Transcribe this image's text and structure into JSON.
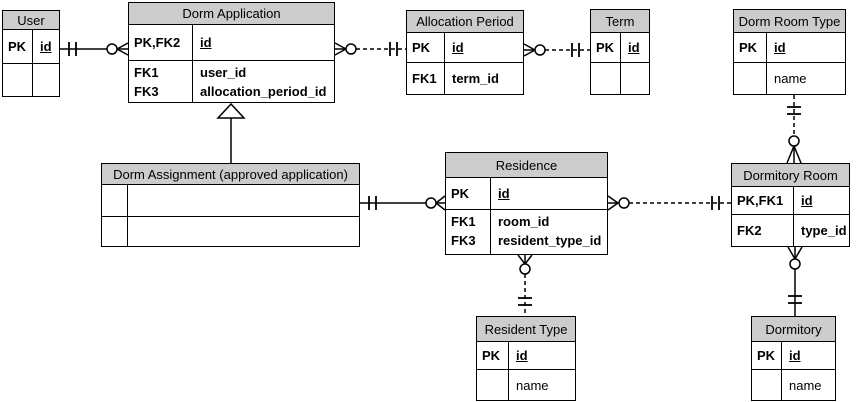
{
  "colors": {
    "header_bg": "#cccccc",
    "border": "#000000",
    "background": "#ffffff",
    "line": "#000000"
  },
  "entities": {
    "user": {
      "title": "User",
      "rows": [
        {
          "key": "PK",
          "value": "id"
        },
        {
          "key": "",
          "value": ""
        }
      ]
    },
    "dorm_application": {
      "title": "Dorm Application",
      "rows": [
        {
          "key": "PK,FK2",
          "value": "id"
        }
      ],
      "attr_rows": [
        {
          "key": "FK1",
          "value": "user_id"
        },
        {
          "key": "FK3",
          "value": "allocation_period_id"
        }
      ]
    },
    "allocation_period": {
      "title": "Allocation Period",
      "rows": [
        {
          "key": "PK",
          "value": "id"
        },
        {
          "key": "FK1",
          "value": "term_id"
        }
      ]
    },
    "term": {
      "title": "Term",
      "rows": [
        {
          "key": "PK",
          "value": "id"
        },
        {
          "key": "",
          "value": ""
        }
      ]
    },
    "dorm_room_type": {
      "title": "Dorm Room Type",
      "rows": [
        {
          "key": "PK",
          "value": "id"
        },
        {
          "key": "",
          "value": "name"
        }
      ]
    },
    "dorm_assignment": {
      "title": "Dorm Assignment (approved application)",
      "rows": [
        {
          "key": "",
          "value": ""
        },
        {
          "key": "",
          "value": ""
        }
      ]
    },
    "residence": {
      "title": "Residence",
      "rows": [
        {
          "key": "PK",
          "value": "id"
        }
      ],
      "attr_rows": [
        {
          "key": "FK1",
          "value": "room_id"
        },
        {
          "key": "FK3",
          "value": "resident_type_id"
        }
      ]
    },
    "dormitory_room": {
      "title": "Dormitory Room",
      "rows": [
        {
          "key": "PK,FK1",
          "value": "id"
        },
        {
          "key": "FK2",
          "value": "type_id"
        }
      ]
    },
    "resident_type": {
      "title": "Resident Type",
      "rows": [
        {
          "key": "PK",
          "value": "id"
        },
        {
          "key": "",
          "value": "name"
        }
      ]
    },
    "dormitory": {
      "title": "Dormitory",
      "rows": [
        {
          "key": "PK",
          "value": "id"
        },
        {
          "key": "",
          "value": "name"
        }
      ]
    }
  },
  "relationships": [
    {
      "from": "User",
      "to": "Dorm Application",
      "from_cardinality": "one-and-only-one",
      "to_cardinality": "zero-or-many",
      "line": "solid"
    },
    {
      "from": "Dorm Application",
      "to": "Allocation Period",
      "from_cardinality": "zero-or-many",
      "to_cardinality": "one-and-only-one",
      "line": "dashed"
    },
    {
      "from": "Allocation Period",
      "to": "Term",
      "from_cardinality": "zero-or-many",
      "to_cardinality": "one-and-only-one",
      "line": "dashed"
    },
    {
      "from": "Dorm Room Type",
      "to": "Dormitory Room",
      "from_cardinality": "one-and-only-one",
      "to_cardinality": "zero-or-many",
      "line": "dashed"
    },
    {
      "from": "Dorm Assignment (approved application)",
      "to": "Dorm Application",
      "type": "inheritance",
      "line": "solid"
    },
    {
      "from": "Dorm Assignment (approved application)",
      "to": "Residence",
      "from_cardinality": "one-and-only-one",
      "to_cardinality": "zero-or-many",
      "line": "solid"
    },
    {
      "from": "Residence",
      "to": "Dormitory Room",
      "from_cardinality": "zero-or-many",
      "to_cardinality": "one-and-only-one",
      "line": "dashed"
    },
    {
      "from": "Residence",
      "to": "Resident Type",
      "from_cardinality": "zero-or-many",
      "to_cardinality": "one-and-only-one",
      "line": "dashed"
    },
    {
      "from": "Dormitory Room",
      "to": "Dormitory",
      "from_cardinality": "zero-or-many",
      "to_cardinality": "one-and-only-one",
      "line": "solid"
    }
  ]
}
